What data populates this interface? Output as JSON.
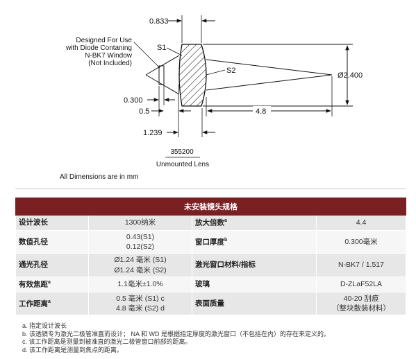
{
  "drawing": {
    "dims": {
      "top": "0.833",
      "left_small": "0.300",
      "left_mid": "0.5",
      "bottom": "1.239",
      "length": "4.8",
      "diameter": "Ø2.400"
    },
    "labels": {
      "s1": "S1",
      "s2": "S2",
      "note_line1": "Designed For Use",
      "note_line2": "with Diode Contaning",
      "note_line3": "N-BK7 Window",
      "note_line4": "(Not Included)"
    },
    "part_number": "355200",
    "part_caption": "Unmounted Lens"
  },
  "dims_note": "All Dimensions are in mm",
  "table": {
    "title": "未安装镜头规格",
    "rows": [
      {
        "l1": "设计波长",
        "l1sup": "",
        "v1": "1300纳米",
        "v1b": "",
        "l2": "放大倍数",
        "l2sup": "a",
        "v2": "4.4",
        "v2b": ""
      },
      {
        "l1": "数值孔径",
        "l1sup": "",
        "v1": "0.43(S1)",
        "v1b": "0.12(S2)",
        "l2": "窗口厚度",
        "l2sup": "b",
        "v2": "0.300毫米",
        "v2b": ""
      },
      {
        "l1": "通光孔径",
        "l1sup": "",
        "v1": "Ø1.24 毫米 (S1)",
        "v1b": "Ø1.24 毫米 (S2)",
        "l2": "激光窗口材料/指标",
        "l2sup": "",
        "v2": "N-BK7 / 1.517",
        "v2b": ""
      },
      {
        "l1": "有效焦距",
        "l1sup": "a",
        "v1": "1.1毫米±1.0%",
        "v1b": "",
        "l2": "玻璃",
        "l2sup": "",
        "v2": "D-ZLaF52LA",
        "v2b": ""
      },
      {
        "l1": "工作距离",
        "l1sup": "a",
        "v1": "0.5 毫米 (S1) c",
        "v1b": "4.8 毫米 (S2) d",
        "l2": "表面质量",
        "l2sup": "",
        "v2": "40-20 刮痕",
        "v2b": "（整块散装材料）"
      }
    ]
  },
  "notes": [
    "a. 指定设计波长",
    "b. 该透镜专为激光二极管准直而设计； NA 和 WD 是根据指定厚度的激光窗口（不包括在内）的存在来定义的。",
    "c. 该工作距离是测量到被准直的激光二极管窗口前部的距离。",
    "d. 该工作距离是测量到焦点的距离。"
  ]
}
